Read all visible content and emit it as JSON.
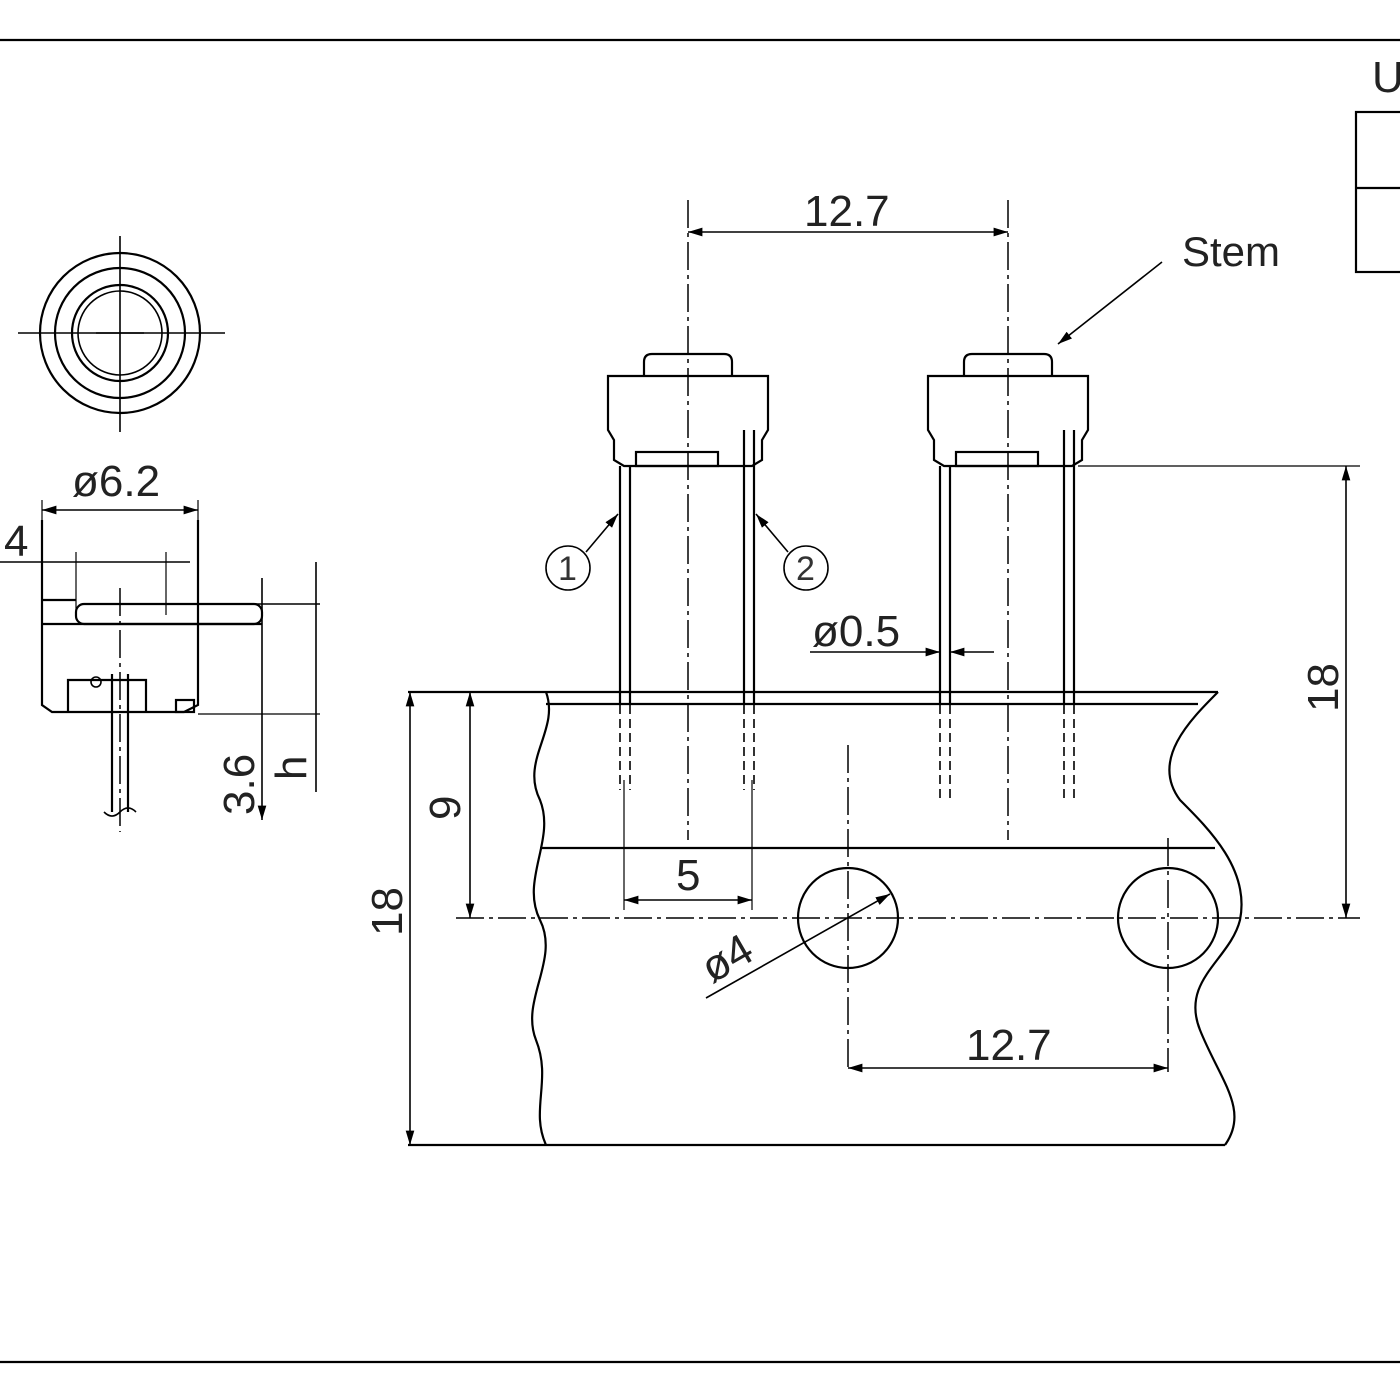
{
  "labels": {
    "pitch_top": "12.7",
    "stem": "Stem",
    "diameter_62": "ø6.2",
    "dim_partial_4": "4",
    "terminal_1": "1",
    "terminal_2": "2",
    "pin_diameter": "ø0.5",
    "height_18_right": "18",
    "dim_36": "3.6",
    "dim_h": "h",
    "dim_9": "9",
    "dim_5": "5",
    "height_18_left": "18",
    "hole_diameter": "ø4",
    "pitch_bottom": "12.7",
    "units_partial": "U"
  }
}
